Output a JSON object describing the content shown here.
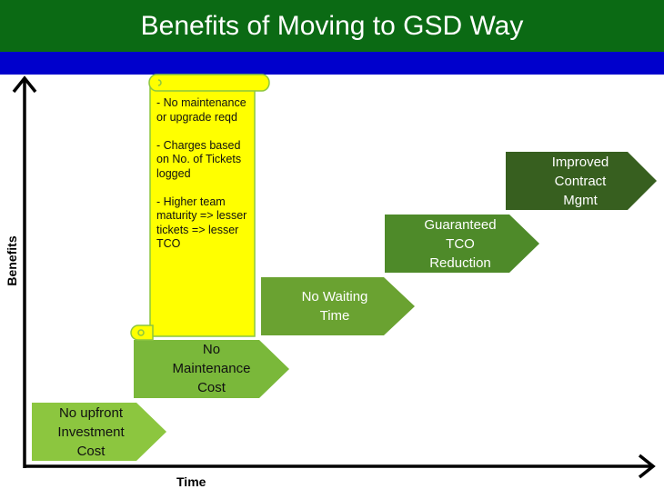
{
  "title": "Benefits of Moving to GSD Way",
  "axes": {
    "y_label": "Benefits",
    "x_label": "Time"
  },
  "steps": [
    {
      "lines": [
        "No upfront",
        "Investment",
        "Cost"
      ],
      "color": "#8cc63f"
    },
    {
      "lines": [
        "No",
        "Maintenance",
        "Cost"
      ],
      "color": "#7ab83a"
    },
    {
      "lines": [
        "No Waiting",
        "Time"
      ],
      "color": "#6aa231"
    },
    {
      "lines": [
        "Guaranteed",
        "TCO",
        "Reduction"
      ],
      "color": "#4e8a29"
    },
    {
      "lines": [
        "Improved",
        "Contract",
        "Mgmt"
      ],
      "color": "#375f1f"
    }
  ],
  "note": {
    "text": "- No maintenance or upgrade reqd\n\n- Charges based on No. of Tickets logged\n\n- Higher team maturity => lesser tickets => lesser TCO",
    "color": "#ffff00"
  },
  "colors": {
    "title_bar": "#0b6a14",
    "band": "#0000cc",
    "axis": "#000000"
  }
}
